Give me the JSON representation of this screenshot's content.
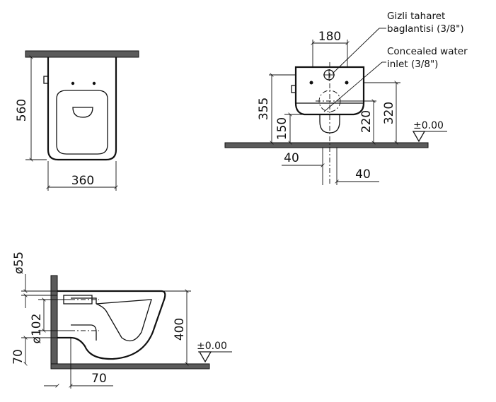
{
  "front_view": {
    "height_dim": "560",
    "width_dim": "360"
  },
  "rear_view": {
    "inlet_width_dim": "180",
    "height_355": "355",
    "height_150": "150",
    "height_220": "220",
    "height_320": "320",
    "offset_left_dim": "40",
    "offset_right_dim": "40",
    "level_label": "±0.00",
    "note_tr_line1": "Gizli taharet",
    "note_tr_line2": "baglantisi (3/8\")",
    "note_en_line1": "Concealed water",
    "note_en_line2": "inlet (3/8\")"
  },
  "side_view": {
    "pipe_dia_dim": "ø55",
    "outlet_dia_dim": "ø102",
    "height_70": "70",
    "depth_70": "70",
    "height_400": "400",
    "level_label": "±0.00"
  }
}
